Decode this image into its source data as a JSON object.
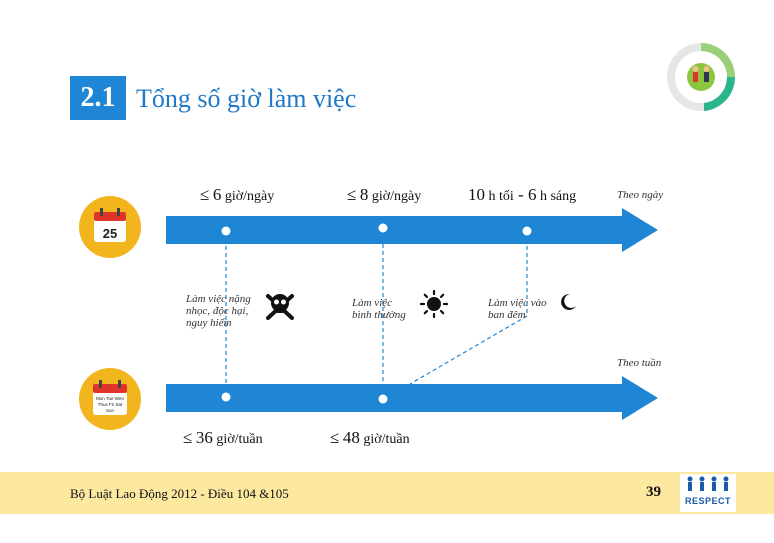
{
  "header": {
    "section_number": "2.1",
    "title": "Tổng số giờ làm việc"
  },
  "timeline_day": {
    "label": "Theo ngày",
    "icon_number": "25",
    "points": [
      {
        "le": "≤",
        "value": "6",
        "unit": " giờ/ngày"
      },
      {
        "le": "≤",
        "value": "8",
        "unit": " giờ/ngày"
      }
    ],
    "night": {
      "start": "10",
      "start_unit": "h tối",
      "dash": " - ",
      "end": "6",
      "end_unit": " h sáng"
    }
  },
  "timeline_week": {
    "label": "Theo tuần",
    "calendar_lines": [
      "Mon Tue Wen",
      "Thus Fri Sat",
      "Sun"
    ],
    "points": [
      {
        "le": "≤",
        "value": "36",
        "unit": " giờ/tuần"
      },
      {
        "le": "≤",
        "value": "48",
        "unit": " giờ/tuần"
      }
    ]
  },
  "notes": {
    "heavy": [
      "Làm việc nặng",
      "nhọc, độc hại,",
      "nguy hiểm"
    ],
    "normal": [
      "Làm việc",
      "bình thường"
    ],
    "night": [
      "Làm việc vào",
      "ban đêm"
    ]
  },
  "footer": {
    "law": "Bộ Luật Lao Động 2012 - Điều 104 &105",
    "page": "39",
    "logo": "RESPECT"
  },
  "colors": {
    "accent": "#1e86d4",
    "icon_bg": "#f2b51e",
    "footer_bg": "#fde8a0"
  }
}
